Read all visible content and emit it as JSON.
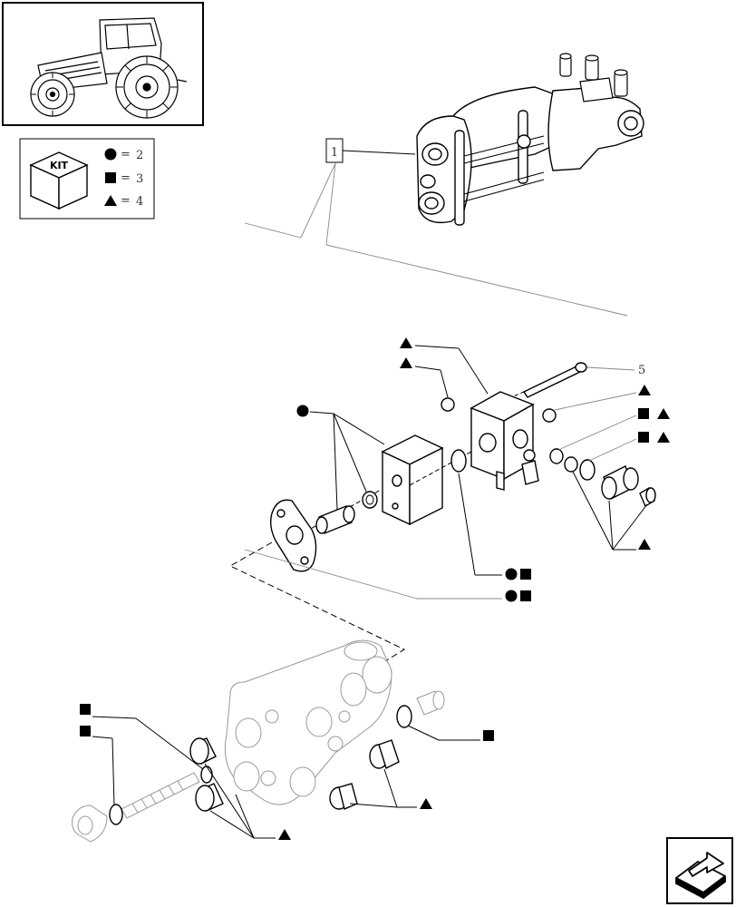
{
  "kit_legend": {
    "kit_label": "KIT",
    "rows": [
      {
        "symbol": "circle",
        "eq": "=",
        "qty": "2"
      },
      {
        "symbol": "square",
        "eq": "=",
        "qty": "3"
      },
      {
        "symbol": "triangle",
        "eq": "=",
        "qty": "4"
      }
    ]
  },
  "callouts": {
    "ref_box": "1",
    "ref_5": "5"
  },
  "icons": {
    "thumbnail": "tractor-icon",
    "next_page": "next-page-arrow-icon"
  }
}
